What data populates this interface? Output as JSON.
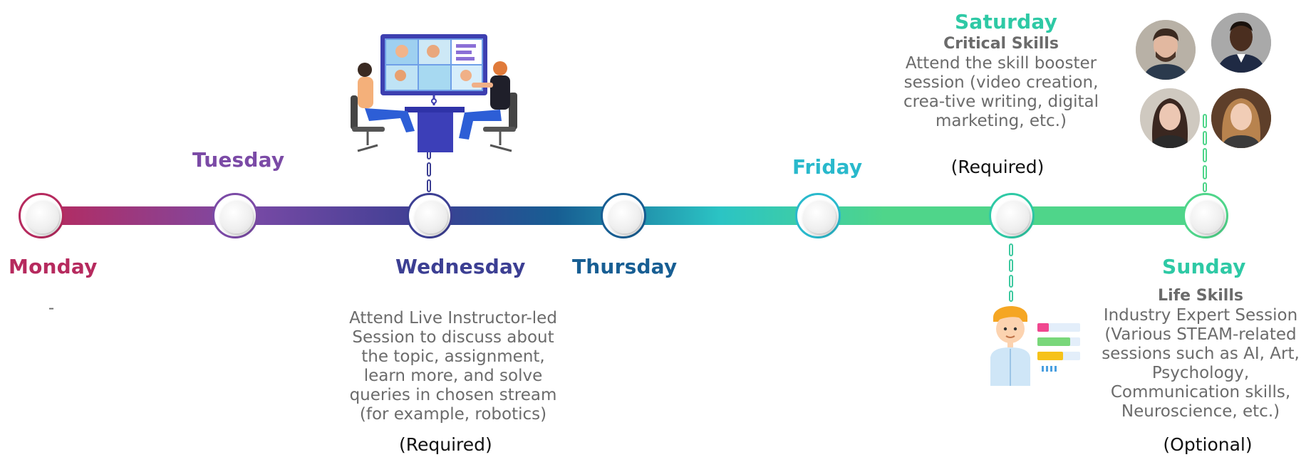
{
  "colors": {
    "monday": "#b62a5e",
    "tuesday": "#7b4aa6",
    "wednesday": "#3c3f93",
    "thursday": "#175e93",
    "friday": "#29b9cc",
    "saturday": "#2ec9a5",
    "sunday": "#2ec9a5"
  },
  "days": {
    "monday": {
      "label": "Monday",
      "note": "-"
    },
    "tuesday": {
      "label": "Tuesday"
    },
    "wednesday": {
      "label": "Wednesday",
      "description": "Attend Live Instructor-led Session to discuss about the topic, assignment, learn more, and solve queries in chosen stream (for example, robotics)",
      "tag": "(Required)",
      "illustration": "live-session-illustration"
    },
    "thursday": {
      "label": "Thursday"
    },
    "friday": {
      "label": "Friday"
    },
    "saturday": {
      "label": "Saturday",
      "heading": "Critical Skills",
      "description": "Attend the skill booster session (video creation, crea-tive writing, digital marketing, etc.)",
      "tag": "(Required)",
      "illustration": "skill-booster-illustration"
    },
    "sunday": {
      "label": "Sunday",
      "heading": "Life Skills",
      "description": "Industry Expert Session (Various STEAM-related sessions such as AI, Art, Psychology, Communication skills, Neuroscience, etc.)",
      "tag": "(Optional)",
      "illustration": "industry-experts-photos"
    }
  }
}
